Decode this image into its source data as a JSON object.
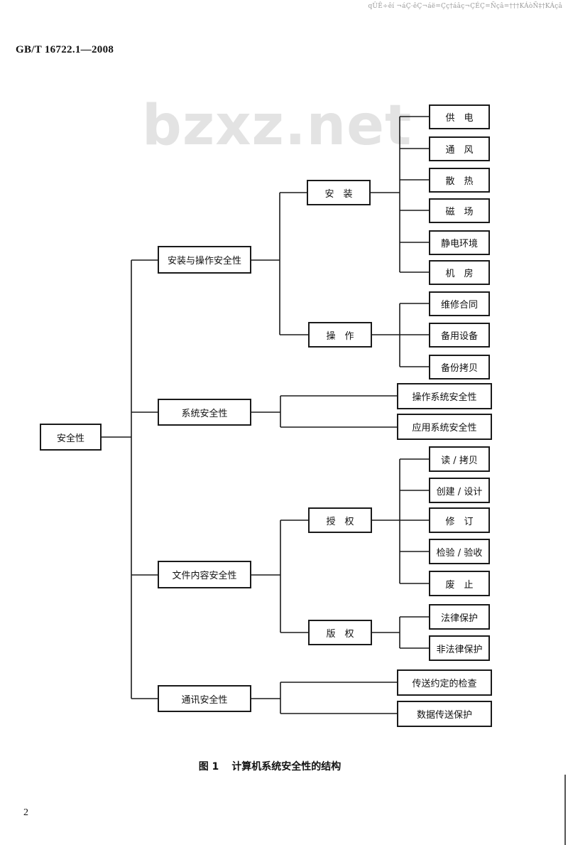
{
  "header": {
    "garbled_text": "qÛÊ÷êí ¬áÇ·êÇ¬áë=Çç†áâç¬ÇÉÇ=Ñçâ=†††KÁòÑ‡†KÁçâ",
    "standard_number": "GB/T  16722.1—2008"
  },
  "watermark": "bzxz.net",
  "diagram": {
    "root": "安全性",
    "level1": {
      "install_ops": "安装与操作安全性",
      "system": "系统安全性",
      "doc_content": "文件内容安全性",
      "comm": "通讯安全性"
    },
    "level2": {
      "install": "安　装",
      "operate": "操　作",
      "authorize": "授　权",
      "copyright": "版　权"
    },
    "leaves": {
      "install": [
        "供　电",
        "通　风",
        "散　热",
        "磁　场",
        "静电环境",
        "机　房"
      ],
      "operate": [
        "维修合同",
        "备用设备",
        "备份拷贝"
      ],
      "system": [
        "操作系统安全性",
        "应用系统安全性"
      ],
      "authorize": [
        "读 / 拷贝",
        "创建 / 设计",
        "修　订",
        "检验 / 验收",
        "废　止"
      ],
      "copyright": [
        "法律保护",
        "非法律保护"
      ],
      "comm": [
        "传送约定的检查",
        "数据传送保护"
      ]
    }
  },
  "caption": {
    "figure_label": "图 1",
    "title": "计算机系统安全性的结构"
  },
  "page_number": "2"
}
